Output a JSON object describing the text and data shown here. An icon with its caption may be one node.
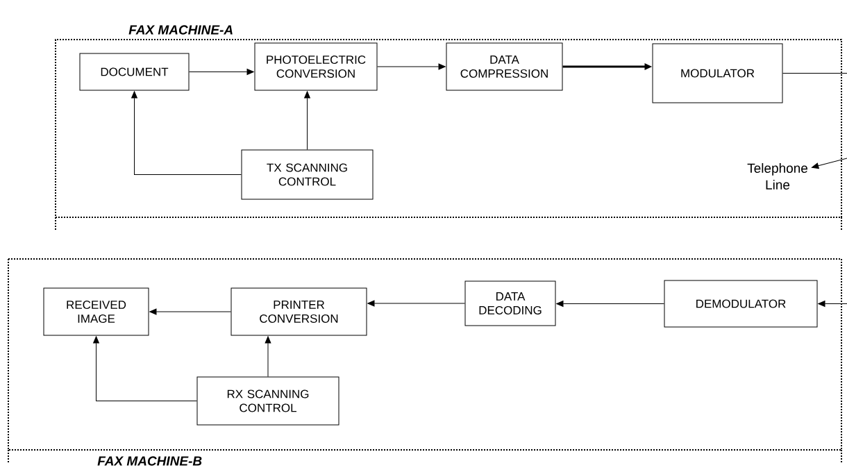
{
  "diagram": {
    "nodes": [
      {
        "text": [
          "FAX MACHINE-A"
        ]
      },
      {
        "text": [
          "DOCUMENT"
        ],
        "in": 0
      },
      {
        "text": [
          "PHOTOELECTRIC CONVERSION"
        ],
        "in": 0
      },
      {
        "text": [
          "DATA COMPRESSION"
        ],
        "in": 0
      },
      {
        "text": [
          "MODULATOR"
        ],
        "in": 0
      },
      {
        "text": [
          "TX SCANNING CONTROL"
        ],
        "in": 0
      },
      {
        "text": [
          "Telephone Line"
        ],
        "in": 0
      },
      {
        "text": [
          "FAX MACHINE-B"
        ]
      },
      {
        "text": [
          "RECEIVED IMAGE"
        ],
        "in": 7
      },
      {
        "text": [
          "PRINTER CONVERSION"
        ],
        "in": 7
      },
      {
        "text": [
          "DATA DECODING"
        ],
        "in": 7
      },
      {
        "text": [
          "DEMODULATOR"
        ],
        "in": 7
      },
      {
        "text": [
          "RX SCANNING CONTROL"
        ],
        "in": 7
      }
    ],
    "edges": [
      {
        "from": 1,
        "to": 2,
        "arrow": "to"
      },
      {
        "from": 2,
        "to": 3,
        "arrow": "to"
      },
      {
        "from": 3,
        "to": 4,
        "arrow": "to",
        "style": "thick"
      },
      {
        "from": 4,
        "to": null,
        "arrow": "none"
      },
      {
        "from": 5,
        "to": 1,
        "arrow": "to"
      },
      {
        "from": 5,
        "to": 2,
        "arrow": "to"
      },
      {
        "from": null,
        "to": 6,
        "arrow": "to"
      },
      {
        "from": null,
        "to": 11,
        "arrow": "to"
      },
      {
        "from": 11,
        "to": 10,
        "arrow": "to"
      },
      {
        "from": 10,
        "to": 9,
        "arrow": "to"
      },
      {
        "from": 9,
        "to": 8,
        "arrow": "to"
      },
      {
        "from": 12,
        "to": 8,
        "arrow": "to"
      },
      {
        "from": 12,
        "to": 9,
        "arrow": "to"
      }
    ]
  }
}
